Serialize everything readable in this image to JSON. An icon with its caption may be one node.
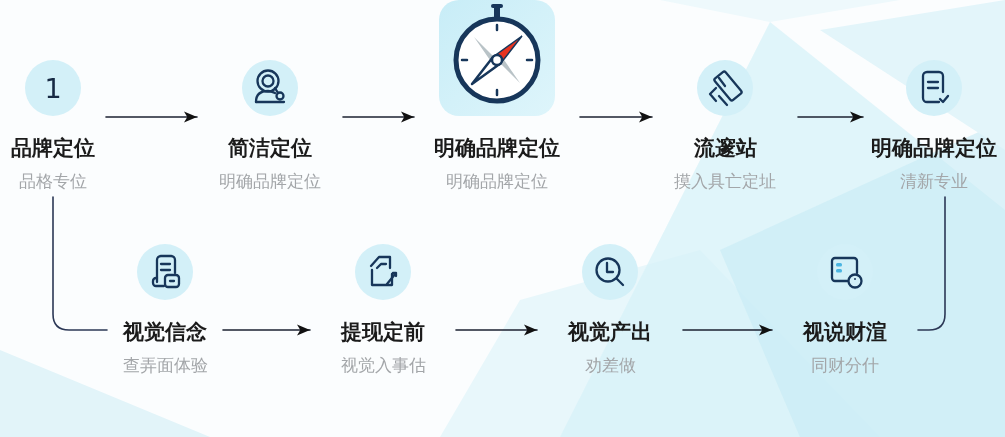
{
  "diagram": {
    "nodes": [
      {
        "text": [
          "1",
          "品牌定位",
          "品格专位"
        ]
      },
      {
        "text": [
          "简洁定位",
          "明确品牌定位"
        ]
      },
      {
        "text": [
          "明确品牌定位",
          "明确品牌定位"
        ]
      },
      {
        "text": [
          "流邃站",
          "摸入具亡定址"
        ]
      },
      {
        "text": [
          "明确品牌定位",
          "清新专业"
        ]
      },
      {
        "text": [
          "视觉信念",
          "查弄面体验"
        ]
      },
      {
        "text": [
          "提现定前",
          "视觉入事估"
        ]
      },
      {
        "text": [
          "视觉产出",
          "劝差做"
        ]
      },
      {
        "text": [
          "视说财渲",
          "同财分什"
        ]
      }
    ],
    "edges": [
      {
        "from": 0,
        "to": 1,
        "arrow": "to"
      },
      {
        "from": 1,
        "to": 2,
        "arrow": "to"
      },
      {
        "from": 2,
        "to": 3,
        "arrow": "to"
      },
      {
        "from": 3,
        "to": 4,
        "arrow": "to"
      },
      {
        "from": 0,
        "to": 5,
        "arrow": "none"
      },
      {
        "from": 5,
        "to": 6,
        "arrow": "to"
      },
      {
        "from": 6,
        "to": 7,
        "arrow": "to"
      },
      {
        "from": 7,
        "to": 8,
        "arrow": "to"
      },
      {
        "from": 4,
        "to": 8,
        "arrow": "none"
      }
    ]
  }
}
